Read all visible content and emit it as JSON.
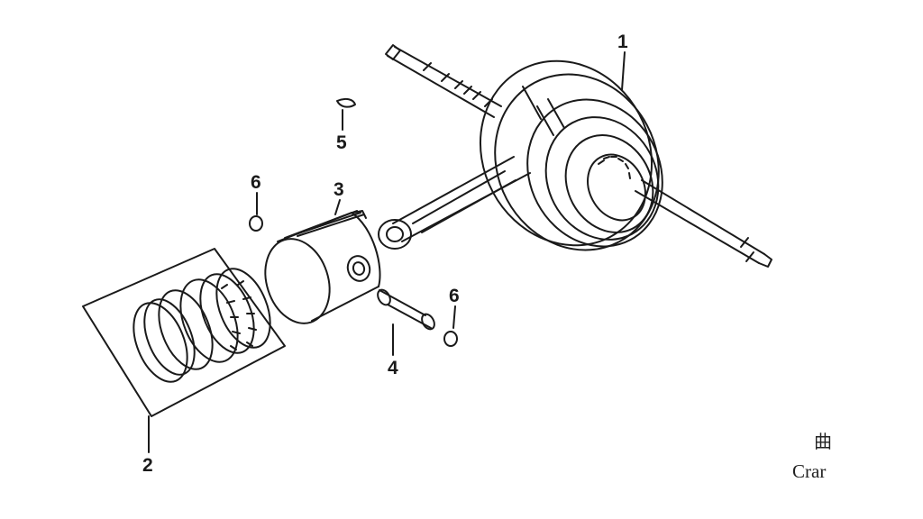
{
  "diagram": {
    "part_labels": {
      "crankshaft": "1",
      "piston_rings": "2",
      "piston": "3",
      "piston_pin": "4",
      "key": "5",
      "clip_left": "6",
      "clip_right": "6"
    },
    "corner_text": {
      "cjk": "曲",
      "caption": "Crar"
    },
    "colors": {
      "line": "#1a1a1a",
      "background": "#ffffff"
    }
  }
}
